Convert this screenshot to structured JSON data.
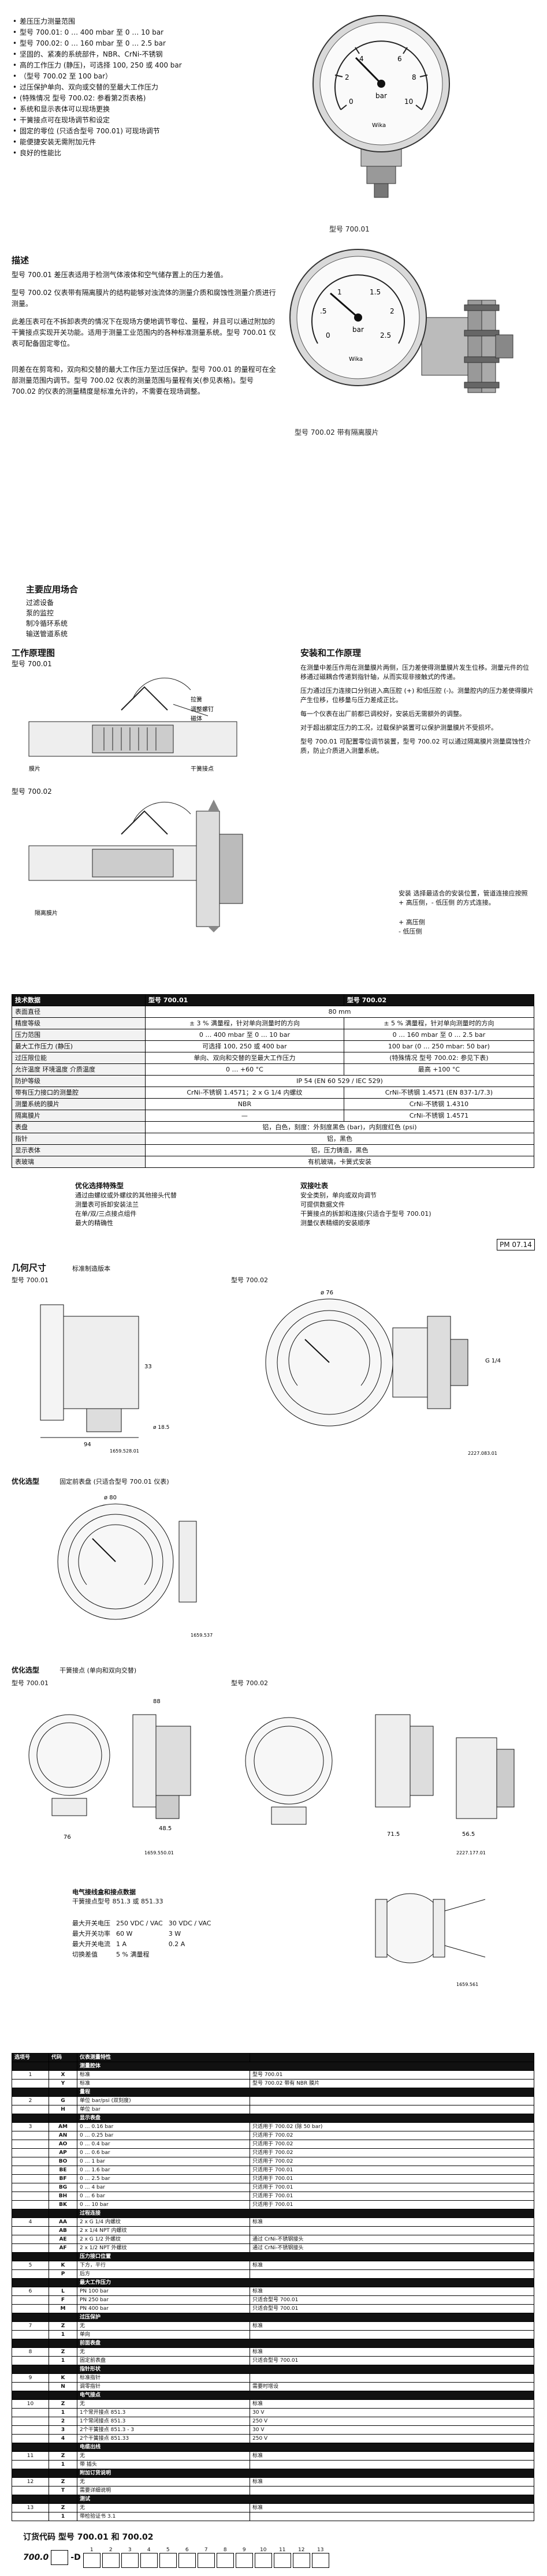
{
  "features": [
    "差压压力测量范围",
    "型号 700.01: 0 … 400 mbar 至 0 … 10 bar",
    "型号 700.02: 0 … 160 mbar 至 0 … 2.5 bar",
    "坚固的、紧凑的系统部件，NBR、CrNi-不锈钢",
    "高的工作压力 (静压)，可选择 100, 250 或 400 bar",
    "（型号 700.02 至 100 bar）",
    "过压保护单向、双向或交替的至最大工作压力",
    "(特殊情况 型号 700.02: 参看第2页表格)",
    "系统和显示表体可以现场更换",
    "干簧接点可在现场调节和设定",
    "固定的零位 (只适合型号 700.01) 可现场调节",
    "能便捷安装无需附加元件",
    "良好的性能比"
  ],
  "gauge1": {
    "caption": "型号 700.01",
    "unit": "bar",
    "ticks": [
      "0",
      "2",
      "4",
      "6",
      "8",
      "10"
    ],
    "brand": "Wika"
  },
  "gauge2": {
    "caption": "型号 700.02 带有隔离膜片",
    "unit": "bar",
    "ticks": [
      "0",
      ".5",
      "1",
      "1.5",
      "2",
      "2.5"
    ],
    "brand": "Wika"
  },
  "description": {
    "title": "描述",
    "paragraphs": [
      "型号 700.01 差压表适用于检测气体液体和空气储存置上的压力差值。",
      "型号 700.02 仪表带有隔离膜片的结构能够对浊流体的测量介质和腐蚀性测量介质进行测量。",
      "此差压表可在不拆卸表壳的情况下在现场方便地调节零位、量程，并且可以通过附加的干簧接点实现开关功能。适用于测量工业范围内的各种标准测量系统。型号 700.01 仪表可配备固定零位。",
      "同差在在剪弯和，双向和交替的最大工作压力至过压保护。型号 700.01 的量程可在全部测量范围内调节。型号 700.02 仪表的测量范围与量程有关(参见表格)。型号 700.02 的仪表的测量精度是标准允许的，不需要在现场调整。"
    ]
  },
  "applications": {
    "title": "主要应用场合",
    "items": [
      "过滤设备",
      "泵的监控",
      "制冷循环系统",
      "输送管道系统"
    ]
  },
  "working_principle": {
    "title": "工作原理图",
    "sub1": "型号 700.01",
    "sub2": "型号 700.02",
    "callouts": [
      "拉簧",
      "调整螺钉",
      "磁体",
      "膜片",
      "干簧接点",
      "隔离膜片"
    ],
    "install_title": "安装和工作原理",
    "install_text": [
      "在测量中差压作用在测量膜片两侧，压力差使得测量膜片发生位移。测量元件的位移通过磁耦合传递到指针轴，从而实现非接触式的传递。",
      "压力通过压力连接口分别进入高压腔 (+) 和低压腔 (-)。测量腔内的压力差使得膜片产生位移，位移量与压力差成正比。",
      "每一个仪表在出厂前都已调校好，安装后无需额外的调整。",
      "对于超出额定压力的工况，过载保护装置可以保护测量膜片不受损坏。",
      "型号 700.01 可配置零位调节装置，型号 700.02 可以通过隔离膜片测量腐蚀性介质，防止介质进入测量系统。"
    ],
    "install_note": "安装 选择最适合的安装位置，管道连接应按照 + 高压侧，- 低压侧 的方式连接。",
    "legend": [
      "+ 高压侧",
      "- 低压侧"
    ]
  },
  "spec": {
    "headers": [
      "技术数据",
      "型号 700.01",
      "型号 700.02"
    ],
    "rows": [
      [
        "表面直径",
        "80 mm",
        ""
      ],
      [
        "精度等级",
        "± 3 % 满量程，针对单向测量时的方向",
        "± 5 % 满量程，针对单向测量时的方向"
      ],
      [
        "压力范围",
        "0 … 400 mbar 至 0 … 10 bar",
        "0 … 160 mbar 至 0 … 2.5 bar"
      ],
      [
        "最大工作压力 (静压)",
        "可选择 100, 250 或 400 bar",
        "100 bar (0 … 250 mbar: 50 bar)"
      ],
      [
        "过压限位能",
        "单向、双向和交替的至最大工作压力",
        "(特殊情况 型号 700.02: 参见下表)"
      ],
      [
        "允许温度 环境温度 介质温度",
        "0 … +60 °C",
        "最高 +100 °C"
      ],
      [
        "防护等级",
        "IP 54 (EN 60 529 / IEC 529)",
        ""
      ],
      [
        "带有压力接口的测量腔",
        "CrNi-不锈钢 1.4571；2 x G 1/4 内螺纹",
        "CrNi-不锈钢 1.4571 (EN 837-1/7.3)"
      ],
      [
        "测量系统的膜片",
        "NBR",
        "CrNi-不锈钢 1.4310"
      ],
      [
        "隔离膜片",
        "—",
        "CrNi-不锈钢 1.4571"
      ],
      [
        "表盘",
        "铝，白色，刻度：外刻度黑色 (bar)，内刻度红色 (psi)",
        ""
      ],
      [
        "指针",
        "铝，黑色",
        ""
      ],
      [
        "显示表体",
        "铝，压力铸造，黑色",
        ""
      ],
      [
        "表玻璃",
        "有机玻璃，卡簧式安装",
        ""
      ]
    ]
  },
  "options_left": {
    "title": "优化选择特殊型",
    "items": [
      "通过由螺纹或外螺纹的其他接头代替",
      "测量表可拆卸安装法兰",
      "在单/双/三点接点组件",
      "最大的精确性"
    ]
  },
  "options_right": {
    "title": "双接吐表",
    "items": [
      "安全类别，单向或双向调节",
      "可提供数据文件",
      "干簧接点的拆卸和连接(只适合于型号 700.01)",
      "测量仪表精细的安装顺序"
    ]
  },
  "pm_badge": "PM 07.14",
  "dimensions": {
    "title": "几何尺寸",
    "sub": "标准制造版本",
    "model1": "型号 700.01",
    "model2": "型号 700.02",
    "option_title": "优化选型",
    "option_note": "固定前表盘 (只适合型号 700.01 仪表)",
    "option2_title": "优化选型",
    "option2_note": "干簧接点 (单向和双向交替)",
    "model3": "型号 700.01",
    "model4": "型号 700.02",
    "dim_labels": [
      "ø 80",
      "94",
      "33",
      "88",
      "ø 18.5",
      "76",
      "48.5",
      "56.5",
      "71.5",
      "ø 76",
      "G 1/4"
    ],
    "contact_title": "电气接线盒和接点数据",
    "contact_sub": "干簧接点型号 851.3 或 851.33",
    "contact_rows": [
      [
        "最大开关电压",
        "250 VDC / VAC",
        "30 VDC / VAC"
      ],
      [
        "最大开关功率",
        "60 W",
        "3 W"
      ],
      [
        "最大开关电流",
        "1 A",
        "0.2 A"
      ],
      [
        "切换差值",
        "5 % 满量程",
        ""
      ]
    ],
    "drawing_nums": [
      "1659.528.01",
      "2227.083.01",
      "1659.537",
      "1659.550.01",
      "2227.177.01",
      "1659.561"
    ]
  },
  "order": {
    "headers": [
      "选项号",
      "代码",
      "仪表测量特性",
      "",
      ""
    ],
    "groups": [
      {
        "title": "测量腔体",
        "num": "1",
        "rows": [
          [
            "X",
            "标准",
            "型号 700.01"
          ],
          [
            "Y",
            "标准",
            "型号 700.02 带有 NBR 膜片"
          ]
        ]
      },
      {
        "title": "量程",
        "num": "2",
        "rows": [
          [
            "G",
            "单位 bar/psi (双刻度)",
            ""
          ],
          [
            "H",
            "单位 bar",
            ""
          ]
        ]
      },
      {
        "title": "显示表盘",
        "num": "3",
        "rows": [
          [
            "AM",
            "0 … 0.16 bar",
            "只适用于 700.02 (除 50 bar)"
          ],
          [
            "AN",
            "0 … 0.25 bar",
            "只适用于 700.02"
          ],
          [
            "AO",
            "0 … 0.4 bar",
            "只适用于 700.02"
          ],
          [
            "AP",
            "0 … 0.6 bar",
            "只适用于 700.02"
          ],
          [
            "BO",
            "0 … 1 bar",
            "只适用于 700.02"
          ],
          [
            "BE",
            "0 … 1.6 bar",
            "只适用于 700.01"
          ],
          [
            "BF",
            "0 … 2.5 bar",
            "只适用于 700.01"
          ],
          [
            "BG",
            "0 … 4 bar",
            "只适用于 700.01"
          ],
          [
            "BH",
            "0 … 6 bar",
            "只适用于 700.01"
          ],
          [
            "BK",
            "0 … 10 bar",
            "只适用于 700.01"
          ]
        ]
      },
      {
        "title": "过程连接",
        "num": "4",
        "rows": [
          [
            "AA",
            "2 x G 1/4 内螺纹",
            "标准"
          ],
          [
            "AB",
            "2 x 1/4 NPT 内螺纹",
            ""
          ],
          [
            "AE",
            "2 x G 1/2 外螺纹",
            "通过 CrNi-不锈钢接头"
          ],
          [
            "AF",
            "2 x 1/2 NPT 外螺纹",
            "通过 CrNi-不锈钢接头"
          ]
        ]
      },
      {
        "title": "压力接口位置",
        "num": "5",
        "rows": [
          [
            "K",
            "下方，平行",
            "标准"
          ],
          [
            "P",
            "后方",
            ""
          ]
        ]
      },
      {
        "title": "最大工作压力",
        "num": "6",
        "rows": [
          [
            "L",
            "PN 100 bar",
            "标准"
          ],
          [
            "F",
            "PN 250 bar",
            "只适合型号 700.01"
          ],
          [
            "M",
            "PN 400 bar",
            "只适合型号 700.01"
          ]
        ]
      },
      {
        "title": "过压保护",
        "num": "7",
        "rows": [
          [
            "Z",
            "无",
            "标准"
          ],
          [
            "1",
            "单向",
            ""
          ]
        ]
      },
      {
        "title": "前面表盘",
        "num": "8",
        "rows": [
          [
            "Z",
            "无",
            "标准"
          ],
          [
            "1",
            "固定前表盘",
            "只适合型号 700.01"
          ]
        ]
      },
      {
        "title": "指针形状",
        "num": "9",
        "rows": [
          [
            "K",
            "标准指针",
            ""
          ],
          [
            "N",
            "调零指针",
            "需要时增设"
          ]
        ]
      },
      {
        "title": "电气接点",
        "num": "10",
        "rows": [
          [
            "Z",
            "无",
            "标准"
          ],
          [
            "1",
            "1个常开接点 851.3",
            "30 V"
          ],
          [
            "2",
            "1个常闭接点 851.3",
            "250 V"
          ],
          [
            "3",
            "2个干簧接点 851.3 - 3",
            "30 V"
          ],
          [
            "4",
            "2个干簧接点 851.33",
            "250 V"
          ]
        ]
      },
      {
        "title": "电缆出线",
        "num": "11",
        "rows": [
          [
            "Z",
            "无",
            "标准"
          ],
          [
            "1",
            "带 插头",
            ""
          ]
        ]
      },
      {
        "title": "附加订货说明",
        "num": "12",
        "rows": [
          [
            "Z",
            "无",
            "标准"
          ],
          [
            "T",
            "需要详细说明",
            ""
          ]
        ]
      },
      {
        "title": "测试",
        "num": "13",
        "rows": [
          [
            "Z",
            "无",
            "标准"
          ],
          [
            "1",
            "带检验证书 3.1",
            ""
          ]
        ]
      }
    ],
    "order_code_title": "订货代码 型号 700.01 和 700.02",
    "code_prefix": "700.0",
    "code_sep": "-D",
    "code_positions": [
      "1",
      "2",
      "3",
      "4",
      "5",
      "6",
      "7",
      "8",
      "9",
      "10",
      "11",
      "12",
      "13"
    ]
  }
}
